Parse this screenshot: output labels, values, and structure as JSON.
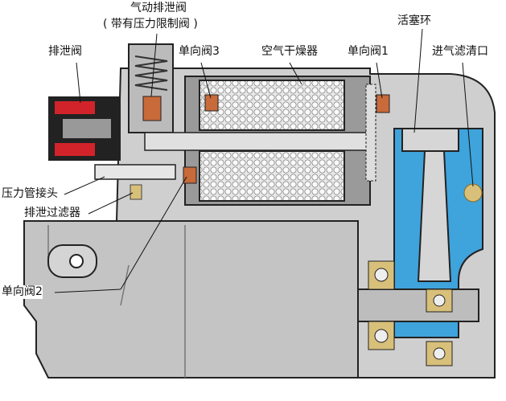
{
  "labels": {
    "pneumatic_drain_valve": "气动排泄阀",
    "pressure_limit_valve": "( 带有压力限制阀 )",
    "drain_valve": "排泄阀",
    "check_valve_3": "单向阀3",
    "air_dryer": "空气干燥器",
    "check_valve_1": "单向阀1",
    "piston_ring": "活塞环",
    "intake_filter": "进气滤清口",
    "pressure_fitting": "压力管接头",
    "drain_filter": "排泄过滤器",
    "check_valve_2": "单向阀2"
  },
  "colors": {
    "body": "#c9c9c9",
    "dark": "#1a1a1a",
    "chamber": "#3fa3dc",
    "coil": "#d2232a",
    "valve": "#c86a3a",
    "bearing": "#d8c07a"
  }
}
